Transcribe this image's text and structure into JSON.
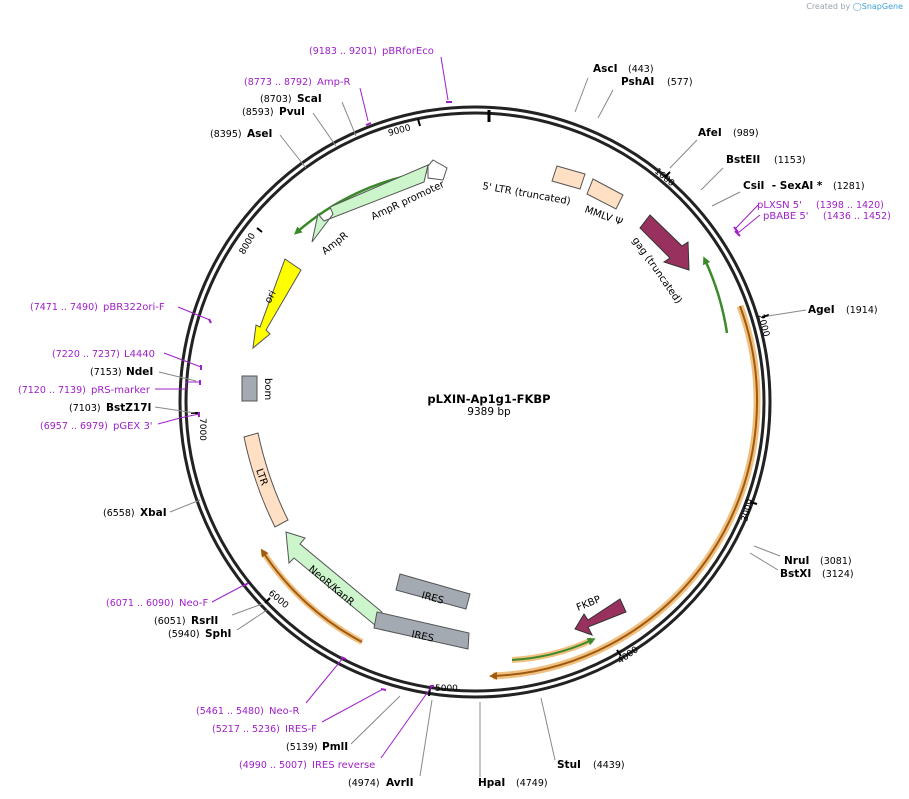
{
  "credit": {
    "prefix": "Created by",
    "brand": "SnapGene"
  },
  "plasmid": {
    "name": "pLXIN-Ap1g1-FKBP",
    "size_label": "9389 bp"
  },
  "ticks": [
    "1000",
    "2000",
    "3000",
    "4000",
    "5000",
    "6000",
    "7000",
    "8000",
    "9000"
  ],
  "colors": {
    "primer": "#a020c8",
    "ori": "#ffff00",
    "resistance": "#ccf5cc",
    "ltr": "#ffe0c4",
    "gag": "#99315e",
    "ires": "#a4aab2"
  },
  "enzymes": [
    {
      "name": "AscI",
      "pos": "(443)"
    },
    {
      "name": "PshAI",
      "pos": "(577)"
    },
    {
      "name": "AfeI",
      "pos": "(989)"
    },
    {
      "name": "BstEII",
      "pos": "(1153)"
    },
    {
      "name": "CsiI  - SexAI *",
      "pos": "(1281)"
    },
    {
      "name": "AgeI",
      "pos": "(1914)"
    },
    {
      "name": "NruI",
      "pos": "(3081)"
    },
    {
      "name": "BstXI",
      "pos": "(3124)"
    },
    {
      "name": "StuI",
      "pos": "(4439)"
    },
    {
      "name": "HpaI",
      "pos": "(4749)"
    },
    {
      "name": "AvrII",
      "pos": "(4974)"
    },
    {
      "name": "PmlI",
      "pos": "(5139)"
    },
    {
      "name": "SphI",
      "pos": "(5940)"
    },
    {
      "name": "RsrII",
      "pos": "(6051)"
    },
    {
      "name": "XbaI",
      "pos": "(6558)"
    },
    {
      "name": "BstZ17I",
      "pos": "(7103)"
    },
    {
      "name": "NdeI",
      "pos": "(7153)"
    },
    {
      "name": "AseI",
      "pos": "(8395)"
    },
    {
      "name": "PvuI",
      "pos": "(8593)"
    },
    {
      "name": "ScaI",
      "pos": "(8703)"
    }
  ],
  "primers": [
    {
      "name": "pBRforEco",
      "pos": "(9183 .. 9201)"
    },
    {
      "name": "Amp-R",
      "pos": "(8773 .. 8792)"
    },
    {
      "name": "pLXSN 5'",
      "pos": "(1398 .. 1420)"
    },
    {
      "name": "pBABE 5'",
      "pos": "(1436 .. 1452)"
    },
    {
      "name": "pBR322ori-F",
      "pos": "(7471 .. 7490)"
    },
    {
      "name": "L4440",
      "pos": "(7220 .. 7237)"
    },
    {
      "name": "pRS-marker",
      "pos": "(7120 .. 7139)"
    },
    {
      "name": "pGEX 3'",
      "pos": "(6957 .. 6979)"
    },
    {
      "name": "Neo-F",
      "pos": "(6071 .. 6090)"
    },
    {
      "name": "Neo-R",
      "pos": "(5461 .. 5480)"
    },
    {
      "name": "IRES-F",
      "pos": "(5217 .. 5236)"
    },
    {
      "name": "IRES reverse",
      "pos": "(4990 .. 5007)"
    }
  ],
  "features": [
    {
      "name": "5' LTR (truncated)"
    },
    {
      "name": "MMLV Ψ"
    },
    {
      "name": "gag (truncated)"
    },
    {
      "name": "AmpR promoter"
    },
    {
      "name": "AmpR"
    },
    {
      "name": "ori"
    },
    {
      "name": "bom"
    },
    {
      "name": "LTR"
    },
    {
      "name": "NeoR/KanR"
    },
    {
      "name": "IRES"
    },
    {
      "name": "IRES"
    },
    {
      "name": "FKBP"
    }
  ]
}
